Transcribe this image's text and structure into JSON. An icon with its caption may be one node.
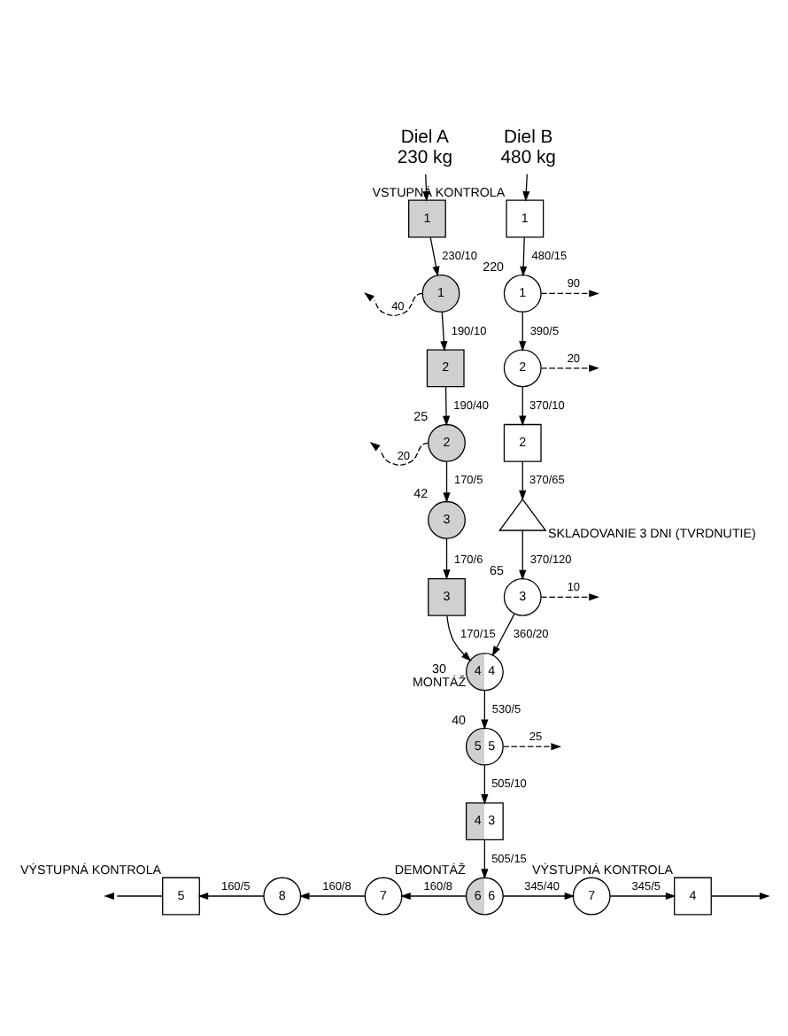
{
  "diagram": {
    "nodes": [
      {
        "text": [
          "Diel A",
          "230 kg"
        ]
      },
      {
        "text": [
          "Diel B",
          "480 kg"
        ]
      },
      {
        "text": [
          "1"
        ]
      },
      {
        "text": [
          "1"
        ],
        "beside": [
          "VSTUPNÁ KONTROLA"
        ]
      },
      {
        "text": [
          "1"
        ],
        "beside": [
          "220"
        ]
      },
      {
        "text": [
          "1"
        ]
      },
      {
        "text": [
          "2"
        ]
      },
      {
        "text": [
          "2"
        ]
      },
      {
        "text": [
          "2"
        ]
      },
      {
        "text": [],
        "shape": "triangle",
        "beside": [
          "SKLADOVANIE 3 DNI (TVRDNUTIE)"
        ]
      },
      {
        "text": [
          "2"
        ],
        "beside": [
          "25"
        ]
      },
      {
        "text": [
          "3"
        ],
        "beside": [
          "65"
        ]
      },
      {
        "text": [
          "3"
        ],
        "beside": [
          "42"
        ]
      },
      {
        "text": [
          "3"
        ]
      },
      {
        "text": [
          "4",
          "4"
        ],
        "beside": [
          "30",
          "MONTÁŽ"
        ]
      },
      {
        "text": [
          "5",
          "5"
        ],
        "beside": [
          "40"
        ]
      },
      {
        "text": [
          "4",
          "3"
        ]
      },
      {
        "text": [
          "6",
          "6"
        ],
        "beside": [
          "DEMONTÁŽ"
        ]
      },
      {
        "text": [
          "7"
        ]
      },
      {
        "text": [
          "8"
        ]
      },
      {
        "text": [
          "5"
        ],
        "beside": [
          "VÝSTUPNÁ KONTROLA"
        ]
      },
      {
        "text": [
          "7"
        ]
      },
      {
        "text": [
          "4"
        ],
        "beside": [
          "VÝSTUPNÁ KONTROLA"
        ]
      }
    ],
    "edges": [
      {
        "from": 0,
        "to": 2,
        "arrow": "to"
      },
      {
        "from": 1,
        "to": 3,
        "arrow": "to"
      },
      {
        "from": 2,
        "to": 5,
        "arrow": "to",
        "label": "230/10"
      },
      {
        "from": 3,
        "to": 4,
        "arrow": "to",
        "label": "480/15"
      },
      {
        "from": 4,
        "to": null,
        "arrow": "to",
        "label": "90",
        "style": "dashed"
      },
      {
        "from": 4,
        "to": 6,
        "arrow": "to",
        "label": "390/5"
      },
      {
        "from": 5,
        "to": null,
        "arrow": "to",
        "label": "40",
        "style": "dashed"
      },
      {
        "from": 6,
        "to": null,
        "arrow": "to",
        "label": "20",
        "style": "dashed"
      },
      {
        "from": 5,
        "to": 7,
        "arrow": "to",
        "label": "190/10"
      },
      {
        "from": 6,
        "to": 8,
        "arrow": "to",
        "label": "370/10"
      },
      {
        "from": 8,
        "to": 9,
        "arrow": "to",
        "label": "370/65"
      },
      {
        "from": 7,
        "to": 10,
        "arrow": "to",
        "label": "190/40"
      },
      {
        "from": 9,
        "to": 11,
        "arrow": "to",
        "label": "370/120"
      },
      {
        "from": 10,
        "to": null,
        "arrow": "to",
        "label": "20",
        "style": "dashed"
      },
      {
        "from": 11,
        "to": null,
        "arrow": "to",
        "label": "10",
        "style": "dashed"
      },
      {
        "from": 10,
        "to": 12,
        "arrow": "to",
        "label": "170/5"
      },
      {
        "from": 11,
        "to": 14,
        "arrow": "to",
        "label": "360/20"
      },
      {
        "from": 12,
        "to": 13,
        "arrow": "to",
        "label": "170/6"
      },
      {
        "from": 13,
        "to": 14,
        "arrow": "to",
        "label": "170/15"
      },
      {
        "from": 14,
        "to": 15,
        "arrow": "to",
        "label": "530/5"
      },
      {
        "from": 15,
        "to": null,
        "arrow": "to",
        "label": "25",
        "style": "dashed"
      },
      {
        "from": 15,
        "to": 16,
        "arrow": "to",
        "label": "505/10"
      },
      {
        "from": 16,
        "to": 17,
        "arrow": "to",
        "label": "505/15"
      },
      {
        "from": 17,
        "to": 18,
        "arrow": "to",
        "label": "160/8"
      },
      {
        "from": 18,
        "to": 19,
        "arrow": "to",
        "label": "160/8"
      },
      {
        "from": 19,
        "to": 20,
        "arrow": "to",
        "label": "160/5"
      },
      {
        "from": 20,
        "to": null,
        "arrow": "to"
      },
      {
        "from": 17,
        "to": 21,
        "arrow": "to",
        "label": "345/40"
      },
      {
        "from": 21,
        "to": 22,
        "arrow": "to",
        "label": "345/5"
      },
      {
        "from": 22,
        "to": null,
        "arrow": "to"
      }
    ]
  }
}
